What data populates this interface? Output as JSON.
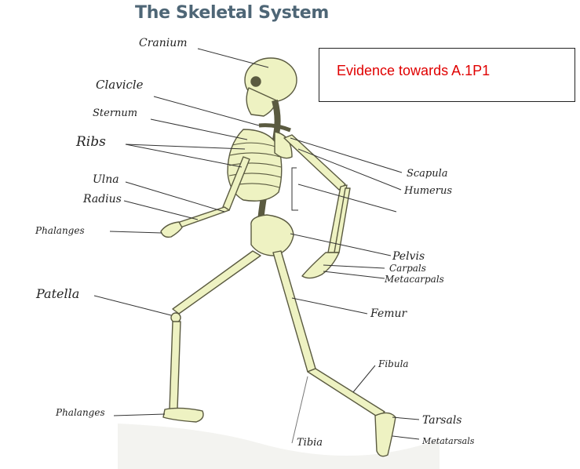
{
  "title": "The Skeletal System",
  "evidence": "Evidence towards A.1P1",
  "labels": {
    "cranium": "Cranium",
    "clavicle": "Clavicle",
    "sternum": "Sternum",
    "ribs": "Ribs",
    "ulna": "Ulna",
    "radius": "Radius",
    "phalanges_hand": "Phalanges",
    "patella": "Patella",
    "phalanges_foot": "Phalanges",
    "scapula": "Scapula",
    "humerus": "Humerus",
    "pelvis": "Pelvis",
    "carpals": "Carpals",
    "metacarpals": "Metacarpals",
    "femur": "Femur",
    "fibula": "Fibula",
    "tibia": "Tibia",
    "tarsals": "Tarsals",
    "metatarsals": "Metatarsals"
  },
  "colors": {
    "bone_fill": "#eef2c2",
    "bone_stroke": "#5a5a40",
    "title": "#4e6676",
    "evidence_text": "#e00000"
  }
}
